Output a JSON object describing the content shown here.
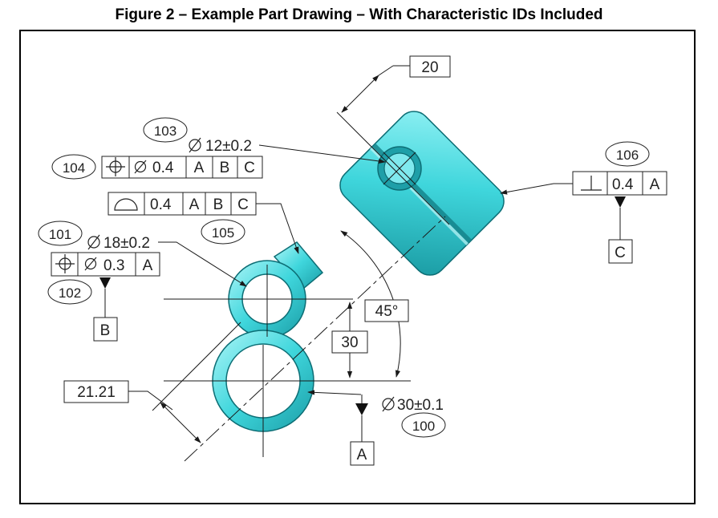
{
  "figure_title": "Figure 2 – Example Part Drawing – With Characteristic IDs Included",
  "colors": {
    "part_fill": "#3fd6dc",
    "part_dark": "#159aa3",
    "part_light": "#bff5f7",
    "line": "#1a1a1a"
  },
  "balloons": {
    "b100": "100",
    "b101": "101",
    "b102": "102",
    "b103": "103",
    "b104": "104",
    "b105": "105",
    "b106": "106"
  },
  "dimensions": {
    "d20": "20",
    "d12": "12±0.2",
    "d18": "18±0.2",
    "d30_vertical": "30",
    "angle": "45°",
    "d2121": "21.21",
    "d30_hole": "30±0.1"
  },
  "fcf": {
    "f104": {
      "tol": "0.4",
      "datums": [
        "A",
        "B",
        "C"
      ]
    },
    "f105": {
      "tol": "0.4",
      "datums": [
        "A",
        "B",
        "C"
      ]
    },
    "f102": {
      "tol": "0.3",
      "datums": [
        "A"
      ]
    },
    "f106": {
      "tol": "0.4",
      "datums": [
        "A"
      ]
    }
  },
  "datum_labels": {
    "a": "A",
    "b": "B",
    "c": "C"
  }
}
